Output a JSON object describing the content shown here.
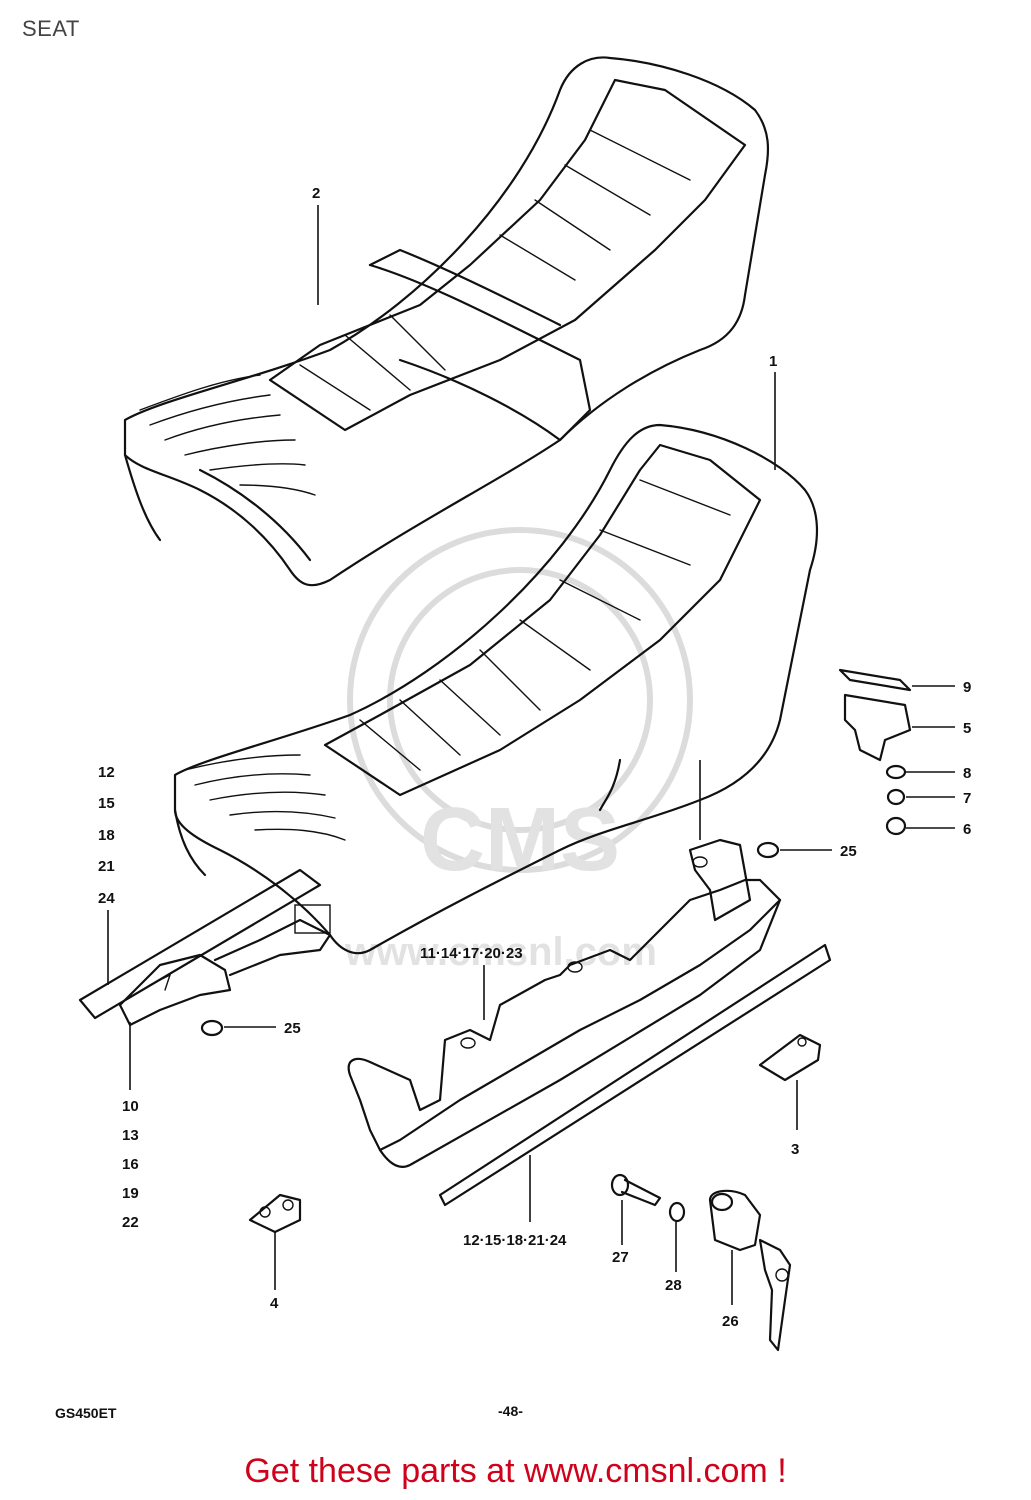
{
  "header": {
    "title": "SEAT"
  },
  "watermark": {
    "text": "CMS",
    "url_text": "www.cmsnl.com"
  },
  "callouts": {
    "p1": "1",
    "p2": "2",
    "p3": "3",
    "p4": "4",
    "p5": "5",
    "p6": "6",
    "p7": "7",
    "p8": "8",
    "p9": "9",
    "p25a": "25",
    "p25b": "25",
    "p26": "26",
    "p27": "27",
    "p28": "28",
    "left_stack_top": [
      "12",
      "15",
      "18",
      "21",
      "24"
    ],
    "left_stack_bottom": [
      "10",
      "13",
      "16",
      "19",
      "22"
    ],
    "cover_group": "11·14·17·20·23",
    "trim_group": "12·15·18·21·24"
  },
  "footer": {
    "model": "GS450ET",
    "page": "-48-"
  },
  "promo": {
    "text": "Get these parts at www.cmsnl.com !",
    "color": "#d0021b"
  }
}
